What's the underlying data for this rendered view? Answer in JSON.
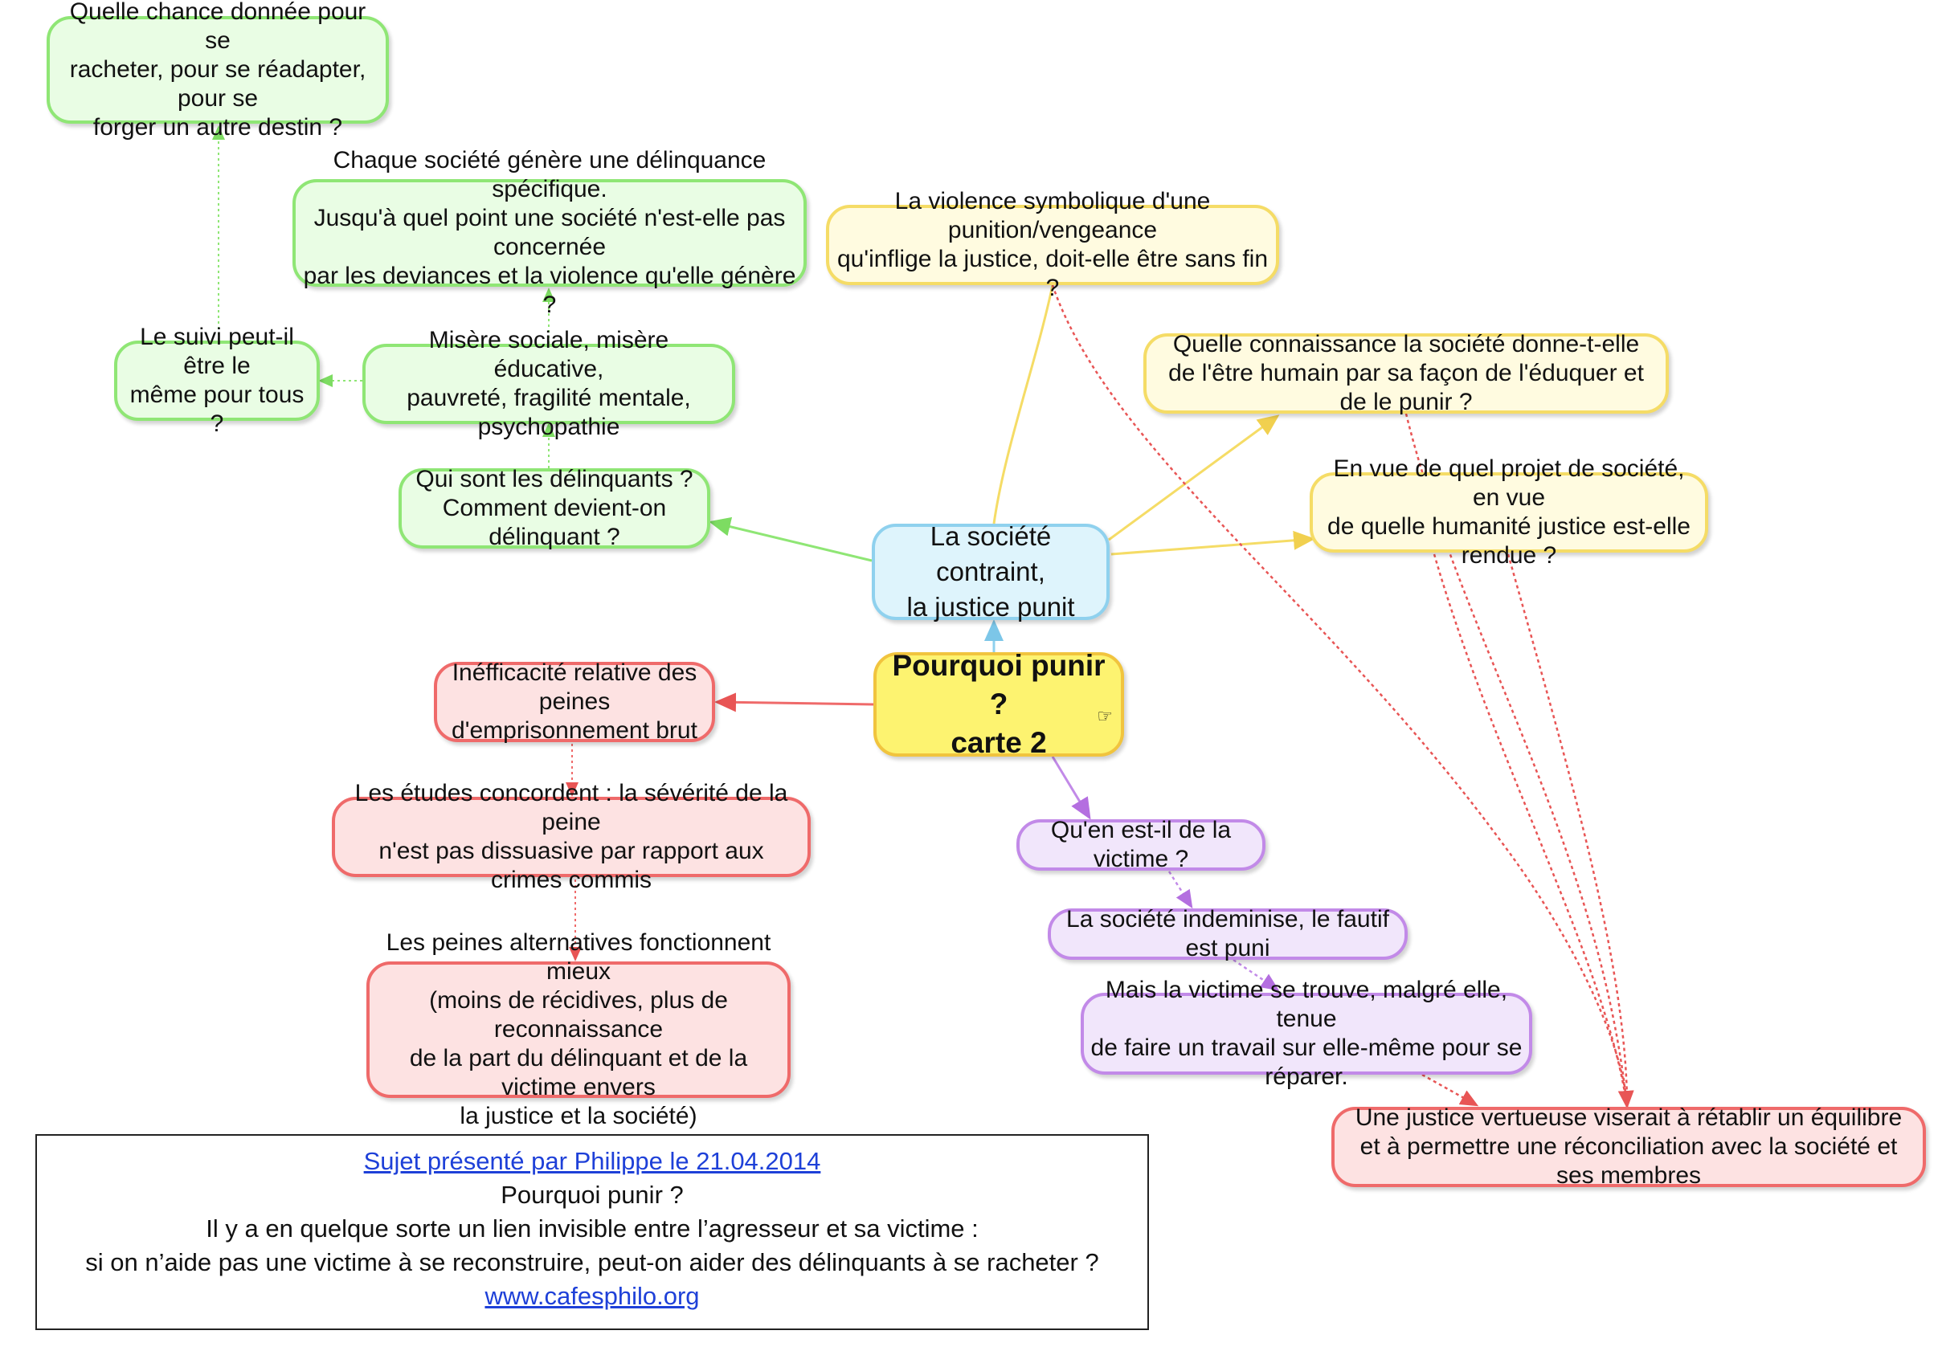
{
  "diagram": {
    "center": {
      "text": "Pourquoi punir ?\ncarte 2",
      "icon": "pointing-hand-icon"
    },
    "society": {
      "text": "La société contraint,\nla justice punit"
    },
    "green": {
      "delinquants": "Qui sont les délinquants ?\nComment devient-on délinquant ?",
      "misere": "Misère sociale, misère éducative,\npauvreté, fragilité mentale, psychopathie",
      "suivi": "Le suivi peut-il être le\nmême pour tous ?",
      "chance": "Quelle chance donnée pour se\nracheter, pour se réadapter, pour se\nforger un autre destin ?",
      "societe_delinquance": "Chaque société génère une délinquance spécifique.\nJusqu'à quel point une société n'est-elle pas concernée\npar les deviances et la violence qu'elle génère ?"
    },
    "yellow": {
      "violence": "La violence symbolique d'une punition/vengeance\nqu'inflige la justice, doit-elle être sans fin ?",
      "connaissance": "Quelle connaissance la société donne-t-elle\nde l'être humain par sa façon de l'éduquer et de le punir ?",
      "projet": "En vue de quel projet de société, en vue\nde quelle humanité justice est-elle rendue ?"
    },
    "red": {
      "inefficacite": "Inéfficacité relative des\npeines d'emprisonnement brut",
      "etudes": "Les études concordent : la sévérité de la peine\nn'est pas dissuasive par rapport aux crimes commis",
      "alternatives": "Les peines alternatives fonctionnent mieux\n(moins de récidives, plus de reconnaissance\nde la part du délinquant et de la victime envers\nla justice et la société)",
      "justice_vertueuse": "Une justice vertueuse viserait à rétablir un équilibre\net à permettre une réconciliation avec la société et ses membres"
    },
    "purple": {
      "victime": "Qu'en est-il de la victime ?",
      "indemnise": "La société indeminise, le fautif est puni",
      "travail": "Mais la victime se trouve, malgré elle, tenue\nde faire un travail sur elle-même pour se réparer."
    },
    "colors": {
      "green_line": "#8fe675",
      "yellow_line": "#f5dc66",
      "blue_line": "#8fd1ee",
      "red_line": "#ef6a6a",
      "purple_line": "#c28ae8",
      "link": "#1e40d8"
    }
  },
  "info_box": {
    "link": "Sujet présenté par Philippe le 21.04.2014",
    "line1": "Pourquoi punir ?",
    "line2": "Il y a en quelque sorte un lien invisible entre l’agresseur et sa victime :",
    "line3": "si on n’aide pas une victime à se reconstruire, peut-on aider des délinquants à se racheter ?",
    "website": "www.cafesphilo.org"
  }
}
